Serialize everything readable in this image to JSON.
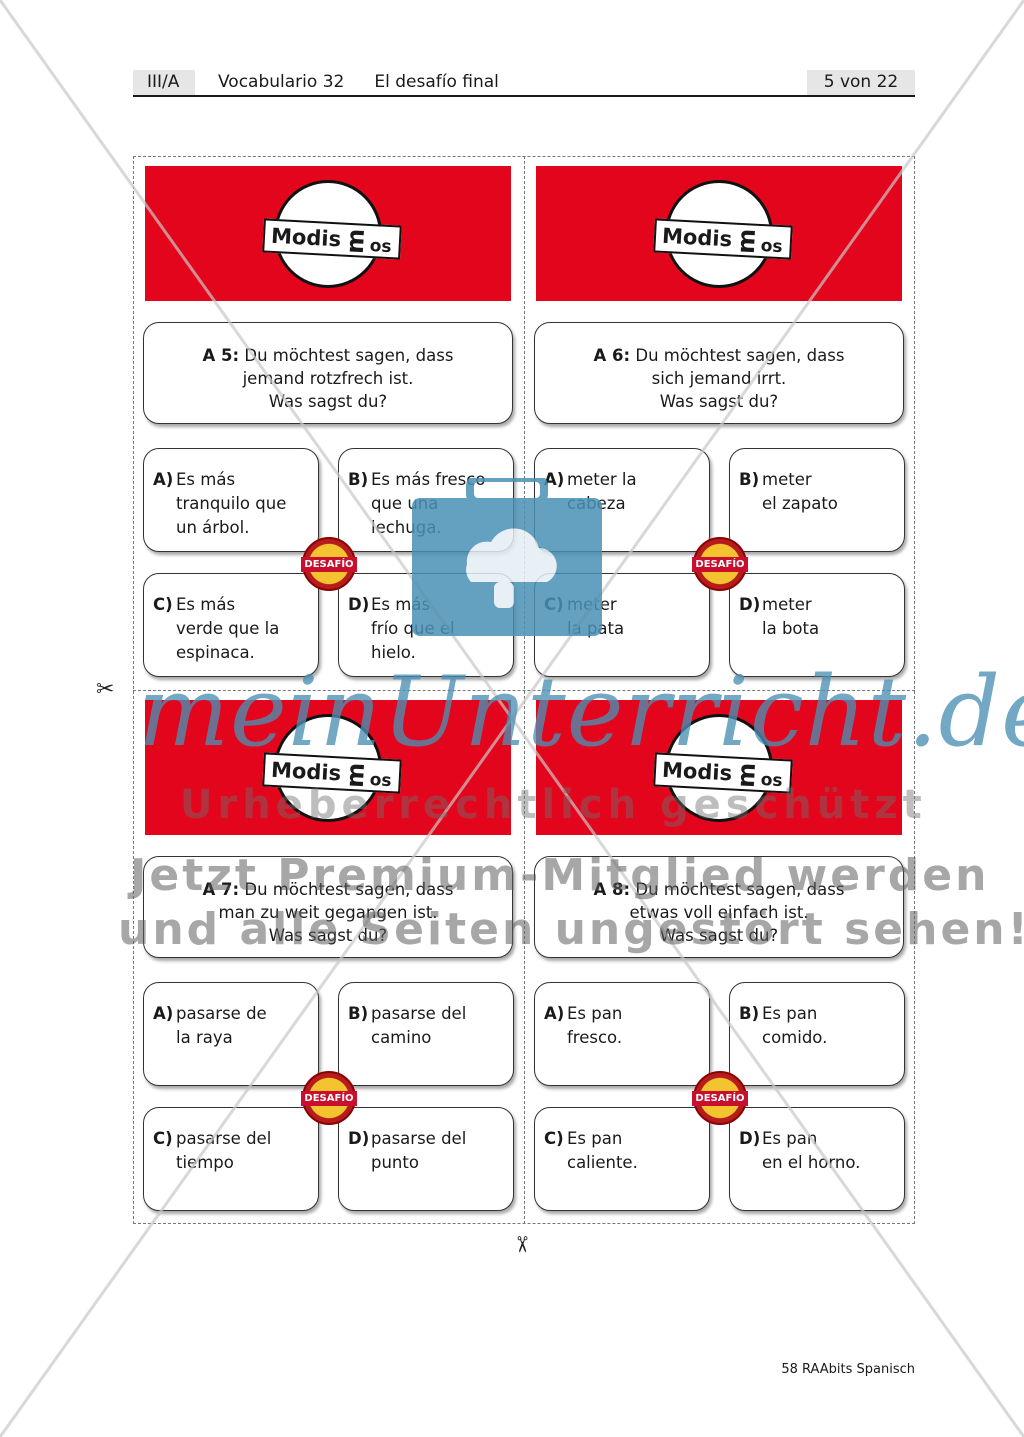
{
  "header": {
    "unit": "III/A",
    "section": "Vocabulario 32",
    "title": "El desafío final",
    "page": "5 von 22"
  },
  "logo": {
    "prefix": "Modis",
    "middle": "m",
    "suffix": "os"
  },
  "badge_label": "DESAFÍO",
  "cards": [
    {
      "question": {
        "id": "A 5:",
        "lines": [
          "Du möchtest sagen, dass",
          "jemand rotzfrech ist.",
          "Was sagst du?"
        ]
      },
      "options": [
        {
          "letter": "A)",
          "lines": [
            "Es más",
            "tranquilo que",
            "un árbol."
          ]
        },
        {
          "letter": "B)",
          "lines": [
            "Es más fresco",
            "que una",
            "lechuga."
          ]
        },
        {
          "letter": "C)",
          "lines": [
            "Es más",
            "verde que la",
            "espinaca."
          ]
        },
        {
          "letter": "D)",
          "lines": [
            "Es más",
            "frío que el",
            "hielo."
          ]
        }
      ]
    },
    {
      "question": {
        "id": "A 6:",
        "lines": [
          "Du möchtest sagen, dass",
          "sich jemand irrt.",
          "Was sagst du?"
        ]
      },
      "options": [
        {
          "letter": "A)",
          "lines": [
            "meter la",
            "cabeza"
          ]
        },
        {
          "letter": "B)",
          "lines": [
            "meter",
            "el zapato"
          ]
        },
        {
          "letter": "C)",
          "lines": [
            "meter",
            "la pata"
          ]
        },
        {
          "letter": "D)",
          "lines": [
            "meter",
            "la bota"
          ]
        }
      ]
    },
    {
      "question": {
        "id": "A 7:",
        "lines": [
          "Du möchtest sagen, dass",
          "man zu weit gegangen ist.",
          "Was sagst du?"
        ]
      },
      "options": [
        {
          "letter": "A)",
          "lines": [
            "pasarse de",
            "la raya"
          ]
        },
        {
          "letter": "B)",
          "lines": [
            "pasarse del",
            "camino"
          ]
        },
        {
          "letter": "C)",
          "lines": [
            "pasarse del",
            "tiempo"
          ]
        },
        {
          "letter": "D)",
          "lines": [
            "pasarse del",
            "punto"
          ]
        }
      ]
    },
    {
      "question": {
        "id": "A 8:",
        "lines": [
          "Du möchtest sagen, dass",
          "etwas voll einfach ist.",
          "Was sagst du?"
        ]
      },
      "options": [
        {
          "letter": "A)",
          "lines": [
            "Es pan",
            "fresco."
          ]
        },
        {
          "letter": "B)",
          "lines": [
            "Es pan",
            "comido."
          ]
        },
        {
          "letter": "C)",
          "lines": [
            "Es pan",
            "caliente."
          ]
        },
        {
          "letter": "D)",
          "lines": [
            "Es pan",
            "en el horno."
          ]
        }
      ]
    }
  ],
  "watermark": {
    "script": "meinUnterricht.de",
    "line1": "Urheberrechtlich geschützt",
    "line2": "Jetzt Premium-Mitglied werden",
    "line3": "und alle Seiten ungestört sehen!"
  },
  "footer": "58 RAAbits Spanisch",
  "colors": {
    "banner": "#e3051b",
    "watermark_blue": "#4a90b4"
  }
}
